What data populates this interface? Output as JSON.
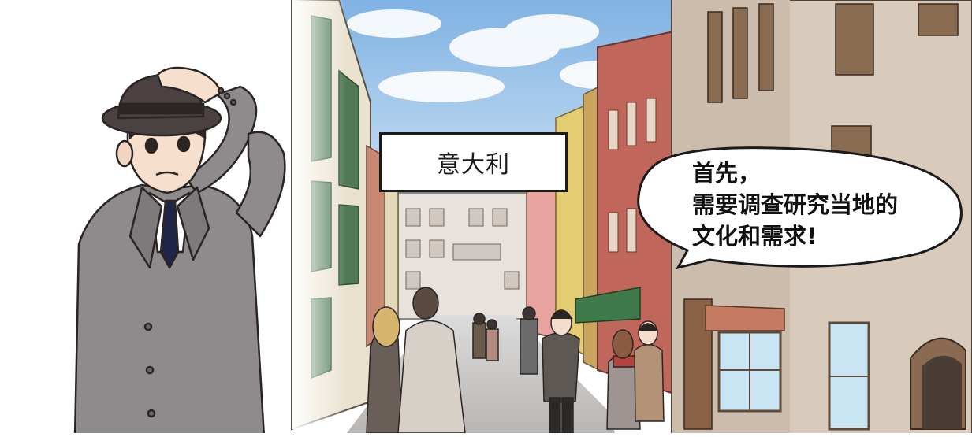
{
  "caption": {
    "location": "意大利"
  },
  "speech": {
    "lines": [
      "首先，",
      "需要调查研究当地的",
      "文化和需求!"
    ]
  },
  "colors": {
    "sky": "#9fc6ea",
    "awning": "#3e7a4a",
    "coat": "#8f8a8c",
    "hat": "#4a4140",
    "tie": "#1f2547"
  },
  "icons": [
    "comic-panel",
    "speech-bubble-icon"
  ]
}
